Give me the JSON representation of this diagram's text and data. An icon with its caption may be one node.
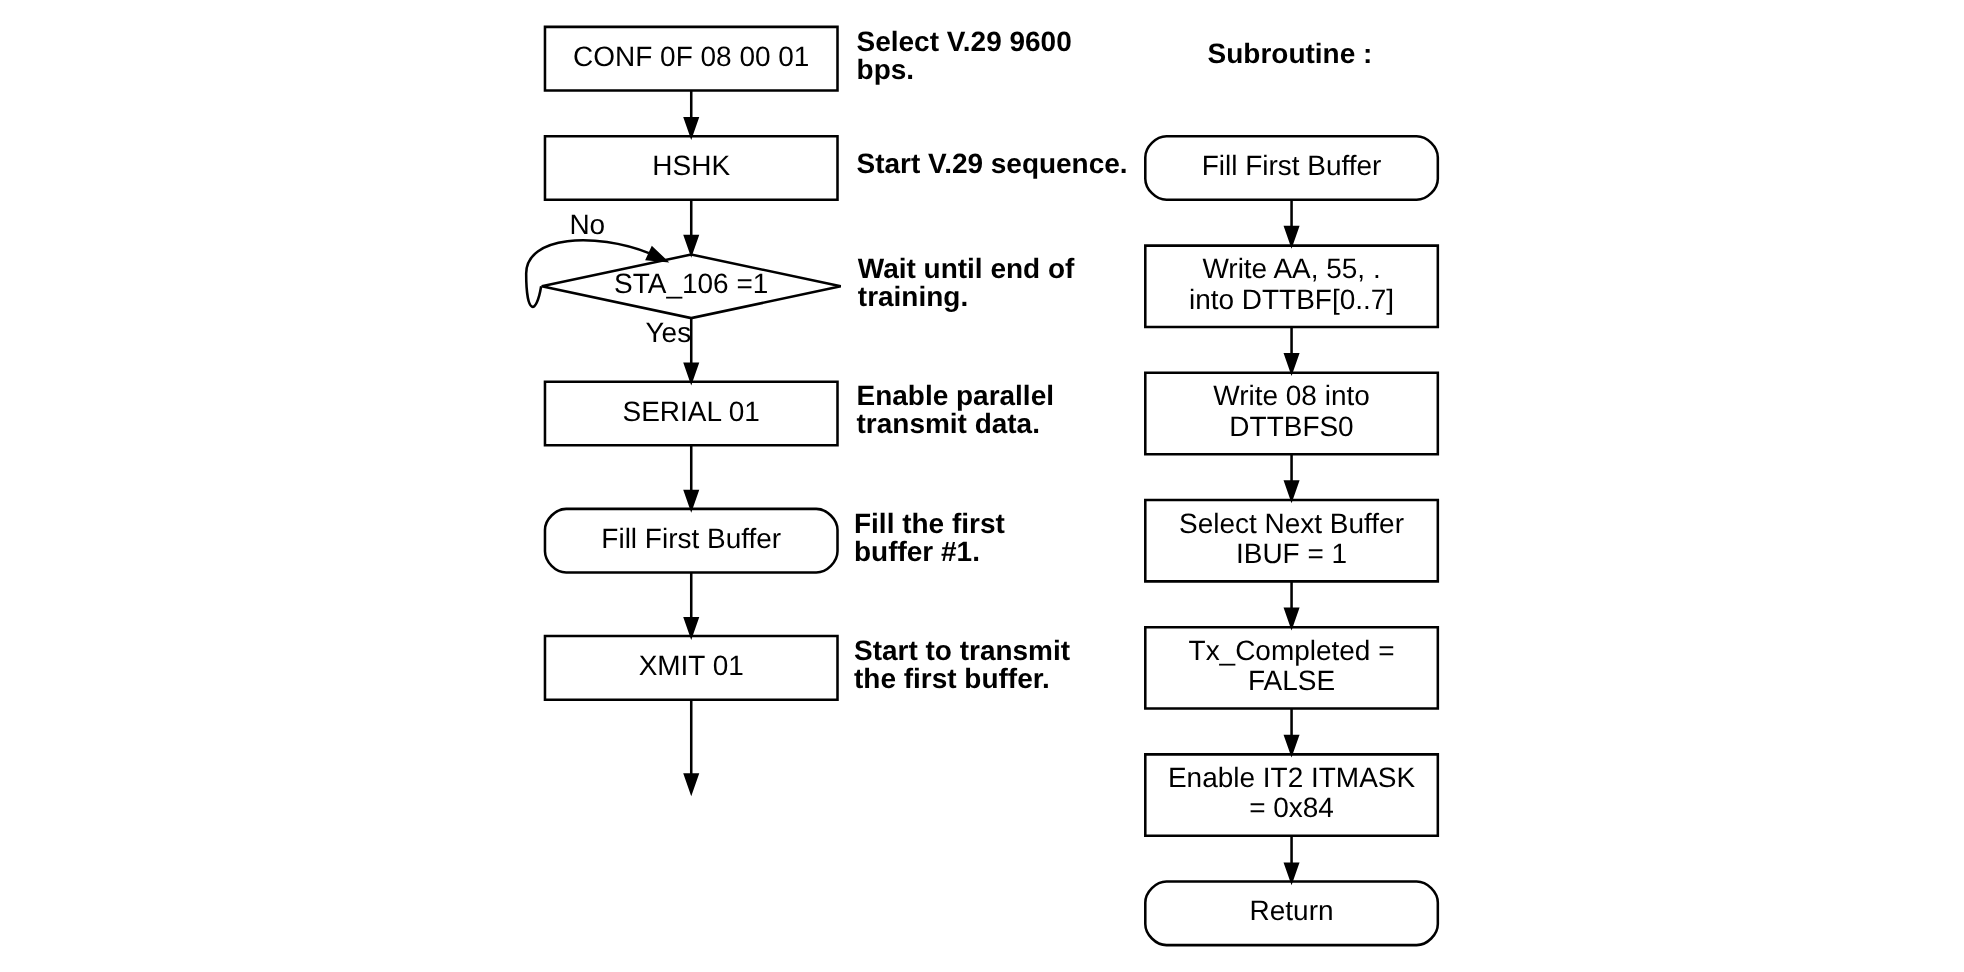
{
  "diagram": {
    "nodes": [
      {
        "text": [
          "CONF 0F 08 00 01"
        ],
        "beside": [
          "Select V.29 9600 bps."
        ]
      },
      {
        "text": [
          "HSHK"
        ],
        "beside": [
          "Start V.29 sequence."
        ]
      },
      {
        "text": [
          "STA_106 =1"
        ],
        "beside": [
          "Wait until end of training."
        ]
      },
      {
        "text": [
          "SERIAL 01"
        ],
        "beside": [
          "Enable parallel transmit data."
        ]
      },
      {
        "text": [
          "Fill First Buffer"
        ],
        "beside": [
          "Fill the first buffer #1."
        ]
      },
      {
        "text": [
          "XMIT 01"
        ],
        "beside": [
          "Start to transmit the first buffer."
        ]
      },
      {
        "text": [
          "Fill First Buffer"
        ]
      },
      {
        "text": [
          "Write AA, 55, . into DTTBF[0..7]"
        ]
      },
      {
        "text": [
          "Write 08 into DTTBFS0"
        ]
      },
      {
        "text": [
          "Select Next Buffer IBUF = 1"
        ]
      },
      {
        "text": [
          "Tx_Completed = FALSE"
        ]
      },
      {
        "text": [
          "Enable IT2 ITMASK = 0x84"
        ]
      },
      {
        "text": [
          "Return"
        ]
      }
    ],
    "edges": [
      {
        "from": 0,
        "to": 1,
        "arrow": "to"
      },
      {
        "from": 1,
        "to": 2,
        "arrow": "to"
      },
      {
        "from": 2,
        "to": 2,
        "arrow": "to",
        "label": "No"
      },
      {
        "from": 2,
        "to": 3,
        "arrow": "to",
        "label": "Yes"
      },
      {
        "from": 3,
        "to": 4,
        "arrow": "to"
      },
      {
        "from": 4,
        "to": 5,
        "arrow": "to"
      },
      {
        "from": 5,
        "to": null,
        "arrow": "to"
      },
      {
        "from": 6,
        "to": 7,
        "arrow": "to"
      },
      {
        "from": 7,
        "to": 8,
        "arrow": "to"
      },
      {
        "from": 8,
        "to": 9,
        "arrow": "to"
      },
      {
        "from": 9,
        "to": 10,
        "arrow": "to"
      },
      {
        "from": 10,
        "to": 11,
        "arrow": "to"
      },
      {
        "from": 11,
        "to": 12,
        "arrow": "to"
      }
    ],
    "labels": [
      "Subroutine :"
    ]
  }
}
